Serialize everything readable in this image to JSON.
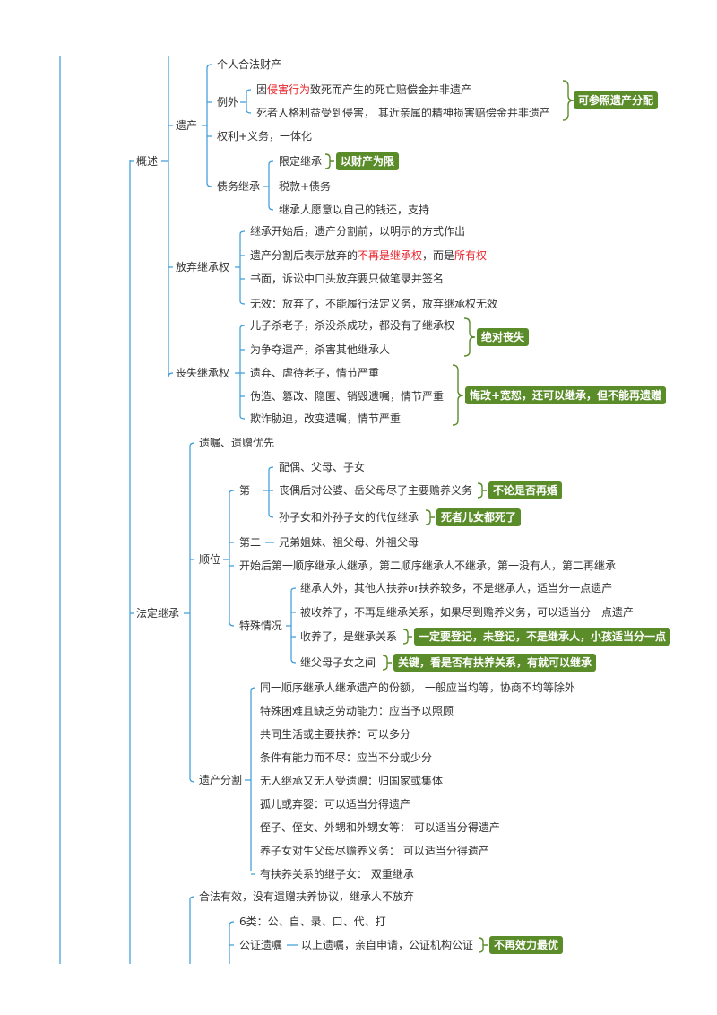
{
  "colors": {
    "line": "#3a9ad9",
    "tag_bg": "#5b8c2a",
    "tag_text": "#ffffff",
    "highlight": "#e8242c",
    "text": "#333333"
  },
  "nodes": {
    "gaishu": "概述",
    "yichan": "遗产",
    "geren_hefa": "个人合法财产",
    "liwai": "例外",
    "liwai_1_pre": "因",
    "liwai_1_red": "侵害行为",
    "liwai_1_post": "致死而产生的死亡赔偿金并非遗产",
    "liwai_2": "死者人格利益受到侵害， 其近亲属的精神损害赔偿金并非遗产",
    "quanli_yiwu": "权利+义务，一体化",
    "zhaiwu_jicheng": "债务继承",
    "xianding_jicheng": "限定继承",
    "shuikuan": "税款+债务",
    "jichengren_yuanyi": "继承人愿意以自己的钱还，支持",
    "fangqi_jichengquan": "放弃继承权",
    "fq_1": "继承开始后，遗产分割前，以明示的方式作出",
    "fq_2_pre": "遗产分割后表示放弃的",
    "fq_2_red1": "不再是继承权",
    "fq_2_mid": "，而是",
    "fq_2_red2": "所有权",
    "fq_3": "书面，诉讼中口头放弃要只做笔录并签名",
    "fq_4": "无效：放弃了，不能履行法定义务，放弃继承权无效",
    "sangshi_jichengquan": "丧失继承权",
    "ss_1": "儿子杀老子，杀没杀成功，都没有了继承权",
    "ss_2": "为争夺遗产，杀害其他继承人",
    "ss_3": "遗弃、虐待老子，情节严重",
    "ss_4": "伪造、篡改、隐匿、销毁遗嘱，情节严重",
    "ss_5": "欺诈胁迫，改变遗嘱，情节严重",
    "fading_jicheng": "法定继承",
    "yizhu_yizeng": "遗嘱、遗赠优先",
    "shunwei": "顺位",
    "diyi": "第一",
    "d1_1": "配偶、父母、子女",
    "d1_2": "丧偶后对公婆、岳父母尽了主要赡养义务",
    "d1_3": "孙子女和外孙子女的代位继承",
    "dier": "第二",
    "d2_1": "兄弟姐妹、祖父母、外祖父母",
    "shunwei_note": "开始后第一顺序继承人继承，第二顺序继承人不继承，第一没有人，第二再继承",
    "teshu_qingkuang": "特殊情况",
    "ts_1": "继承人外，其他人扶养or扶养较多，不是继承人，适当分一点遗产",
    "ts_2": "被收养了，不再是继承关系，如果尽到赡养义务，可以适当分一点遗产",
    "ts_3": "收养了，是继承关系",
    "ts_4": "继父母子女之间",
    "yichan_fenge": "遗产分割",
    "fg_1": "同一顺序继承人继承遗产的份额， 一般应当均等，协商不均等除外",
    "fg_2": "特殊困难且缺乏劳动能力：应当予以照顾",
    "fg_3": "共同生活或主要扶养：可以多分",
    "fg_4": "条件有能力而不尽：应当不分或少分",
    "fg_5": "无人继承又无人受遗赠：归国家或集体",
    "fg_6": "孤儿或弃婴：可以适当分得遗产",
    "fg_7": "侄子、侄女、外甥和外甥女等： 可以适当分得遗产",
    "fg_8": "养子女对生父母尽赡养义务： 可以适当分得遗产",
    "fg_9": "有扶养关系的继子女： 双重继承",
    "hefa_youxiao": "合法有效，没有遗赠扶养协议，继承人不放弃",
    "liu_lei": "6类：公、自、录、口、代、打",
    "gongzheng_yizhu": "公证遗嘱",
    "gongzheng_desc": "以上遗嘱，亲自申请，公证机构公证"
  },
  "tags": {
    "kecan_zhao": "可参照遗产分配",
    "yi_caichan": "以财产为限",
    "jueduisang": "绝对丧失",
    "huigai_kuanshu": "悔改+宽恕，还可以继承，但不能再遗赠",
    "bulun_zaihun": "不论是否再婚",
    "sizhe_ernv": "死者儿女都死了",
    "yiding_dengji": "一定要登记，未登记，不是继承人，小孩适当分一点",
    "guanjian": "关键，看是否有扶养关系，有就可以继承",
    "buzai_xiaoli": "不再效力最优"
  }
}
